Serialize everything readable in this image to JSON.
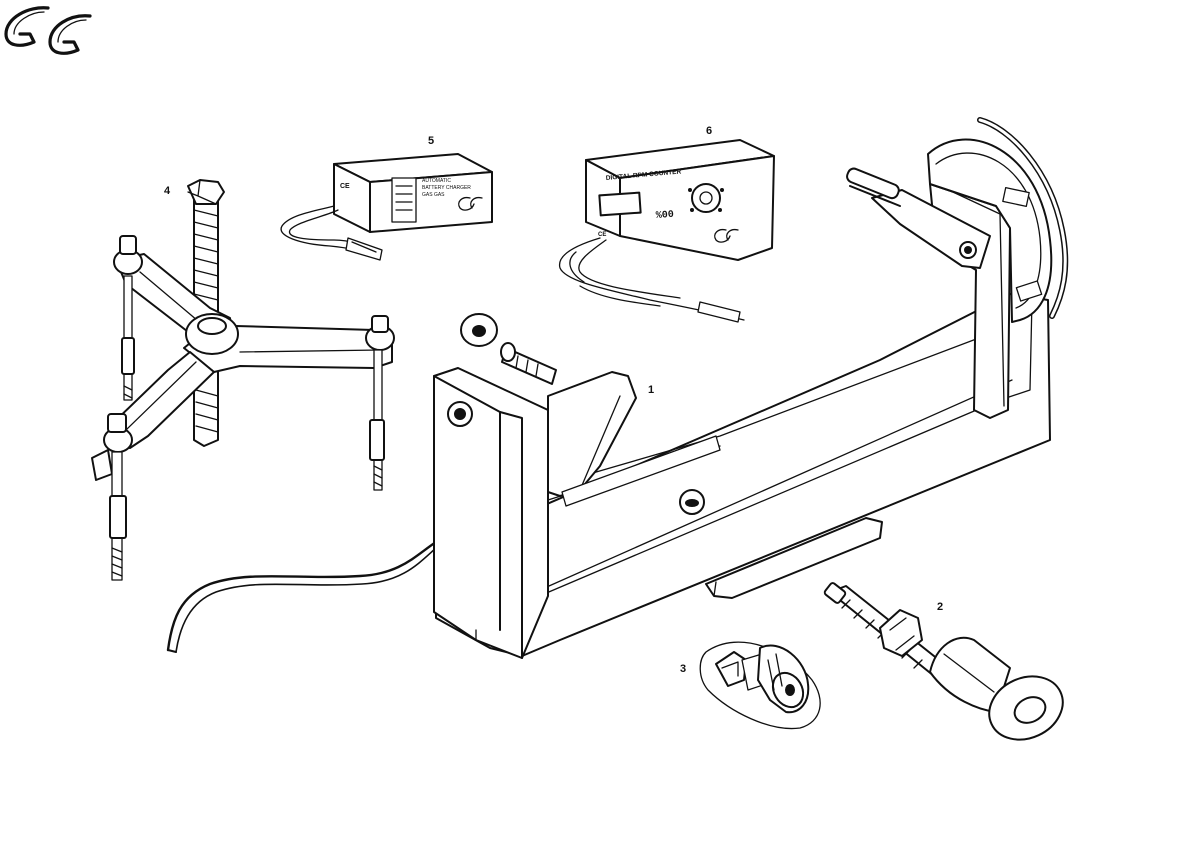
{
  "brand": {
    "logo_text": "GG",
    "ink_color": "#111111",
    "paper_color": "#ffffff"
  },
  "parts": [
    {
      "number": "1",
      "part": "engine-stand-bracket"
    },
    {
      "number": "2",
      "part": "magneto-puller"
    },
    {
      "number": "3",
      "part": "socket-tool"
    },
    {
      "number": "4",
      "part": "three-arm-puller"
    },
    {
      "number": "5",
      "part": "battery-charger"
    },
    {
      "number": "6",
      "part": "digital-tester"
    }
  ],
  "charger": {
    "ce_mark": "CE",
    "panel_line_1": "AUTOMATIC",
    "panel_line_2": "BATTERY CHARGER",
    "panel_line_3": "GAS GAS"
  },
  "tester": {
    "label": "DIGITAL RPM COUNTER",
    "display_value": "%00",
    "ce_mark": "CE"
  }
}
